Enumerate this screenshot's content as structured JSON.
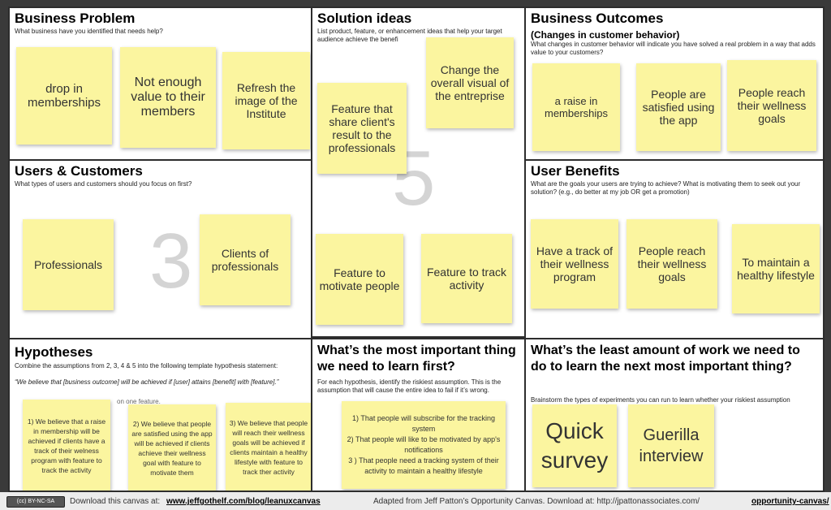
{
  "business_problem": {
    "title": "Business Problem",
    "sub": "What business have you identified that needs help?",
    "notes": [
      "drop in memberships",
      "Not enough value to their members",
      "Refresh the image of the Institute"
    ]
  },
  "solution_ideas": {
    "title": "Solution ideas",
    "sub": "List product, feature, or enhancement ideas that help your target audience achieve the benefi",
    "number": "5",
    "notes": [
      "Change the overall visual of the entreprise",
      "Feature that share client's result to the professionals",
      "Feature to motivate people",
      "Feature to track activity"
    ]
  },
  "business_outcomes": {
    "title": "Business Outcomes",
    "subtitle": "(Changes in customer behavior)",
    "sub": "What changes in customer behavior will indicate you have solved a real problem in a way that adds value to your customers?",
    "notes": [
      "a raise in memberships",
      "People are satisfied using the app",
      "People reach their wellness goals"
    ]
  },
  "users_customers": {
    "title": "Users & Customers",
    "sub": "What types of users and customers should you focus on first?",
    "number": "3",
    "notes": [
      "Professionals",
      "Clients of professionals"
    ]
  },
  "user_benefits": {
    "title": "User Benefits",
    "sub": "What are the goals your users are trying to achieve? What is motivating them to seek out your solution? (e.g., do better at my job OR get a promotion)",
    "notes": [
      "Have a track of their wellness program",
      "People reach their wellness goals",
      "To maintain a healthy lifestyle"
    ]
  },
  "hypotheses": {
    "title": "Hypotheses",
    "sub": "Combine the assumptions from 2, 3, 4 & 5 into the following template hypothesis statement:",
    "template": "“We believe that [business outcome] will be achieved if [user] attains [benefit] with [feature].”",
    "hint": "on one feature.",
    "notes": [
      "1) We believe that a raise in membership will be achieved if clients have a track of their welness program with feature to track the activity",
      "2) We believe that people are satisfied using the app will be achieved if clients achieve their wellness goal with feature to motivate them",
      "3) We believe that people will reach their wellness goals will be achieved if clients maintain a healthy lifestyle with feature to track ther activity"
    ]
  },
  "learn_first": {
    "title": "What’s the most important thing we need to learn first?",
    "sub": "For each hypothesis, identify the riskiest assumption. This is the assumption that will cause the entire idea to fail if it’s wrong.",
    "note": "1) That people will subscribe for the tracking system\n2) That people will like to be motivated by app's notifications\n3 ) That people need a tracking system of their activity to maintain a healthy lifestyle"
  },
  "least_work": {
    "title": "What’s the least amount of work we need to do to learn the next most important thing?",
    "sub": "Brainstorm the types of experiments you can run to learn whether your riskiest assumption",
    "notes": [
      "Quick survey",
      "Guerilla interview"
    ]
  },
  "footer": {
    "license": "(cc) BY-NC-SA",
    "download_text": "Download this canvas at:",
    "download_link": "www.jeffgothelf.com/blog/leanuxcanvas",
    "adapted_text": "Adapted from Jeff Patton’s Opportunity Canvas. Download at:  http://jpattonassociates.com/",
    "adapted_link": "opportunity-canvas/"
  }
}
